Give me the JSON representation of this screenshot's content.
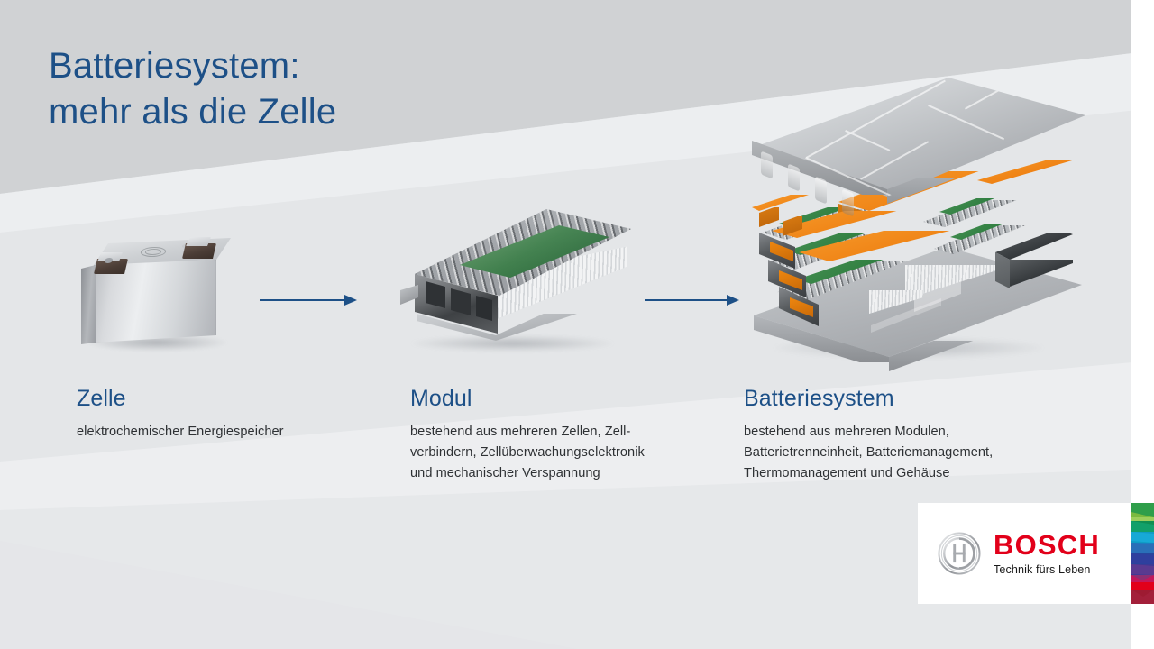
{
  "slide": {
    "title": "Batteriesystem:\nmehr als die Zelle",
    "background_color": "#e8eaec",
    "accent_color": "#1d5087"
  },
  "steps": [
    {
      "id": "zelle",
      "heading": "Zelle",
      "description": "elektrochemischer Energiespeicher",
      "image_name": "prismatic-battery-cell-render"
    },
    {
      "id": "modul",
      "heading": "Modul",
      "description": "bestehend aus mehreren Zellen, Zell-\nverbindern, Zellüberwachungselektronik\nund mechanischer Verspannung",
      "image_name": "battery-module-render"
    },
    {
      "id": "batteriesystem",
      "heading": "Batteriesystem",
      "description": "bestehend aus mehreren Modulen,\nBatterietrenneinheit, Batteriemanagement,\nThermomanagement und Gehäuse",
      "image_name": "battery-system-exploded-render"
    }
  ],
  "arrows": [
    {
      "name": "arrow-cell-to-module",
      "color": "#1d5087"
    },
    {
      "name": "arrow-module-to-system",
      "color": "#1d5087"
    }
  ],
  "logo": {
    "wordmark": "BOSCH",
    "claim": "Technik fürs Leben",
    "wordmark_color": "#e2001a",
    "symbol_name": "bosch-armature-symbol"
  },
  "supergraphic": {
    "name": "bosch-supergraphic-bar",
    "colors": [
      "#1a7a3c",
      "#2f9e4a",
      "#0f9bc4",
      "#1b6fb5",
      "#2f3f9e",
      "#6a2f8e",
      "#c2185b",
      "#e2001a",
      "#9e1b32"
    ]
  }
}
